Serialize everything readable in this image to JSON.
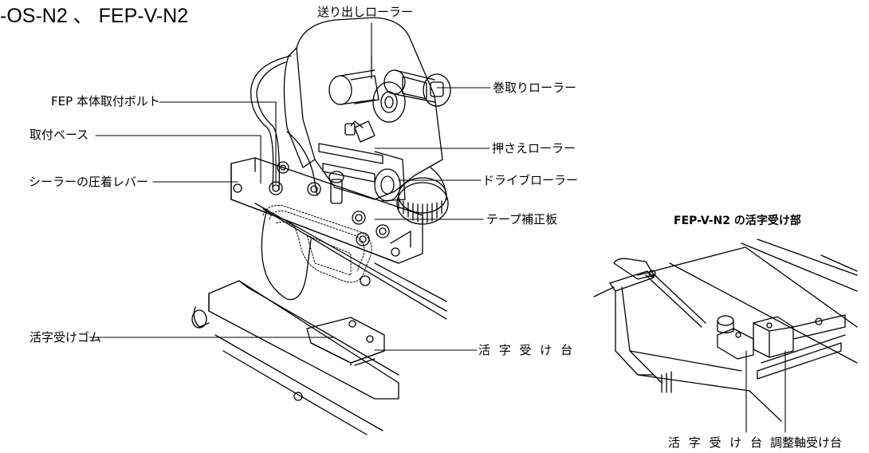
{
  "title": "-OS-N2 、 FEP-V-N2",
  "main_labels": {
    "feed_roller": "送り出しローラー",
    "take_up_roller": "巻取りローラー",
    "fep_bolt": "FEP 本体取付ボルト",
    "mount_base": "取付ベース",
    "sealer_lever": "シーラーの圧着レバー",
    "press_roller": "押さえローラー",
    "drive_roller": "ドライブローラー",
    "tape_plate": "テープ補正板",
    "type_rubber": "活字受けゴム",
    "type_stand": "活 字 受 け 台"
  },
  "inset": {
    "title": "FEP-V-N2 の活字受け部",
    "type_stand": "活 字 受 け 台",
    "adjust_shaft": "調整軸受け台"
  }
}
